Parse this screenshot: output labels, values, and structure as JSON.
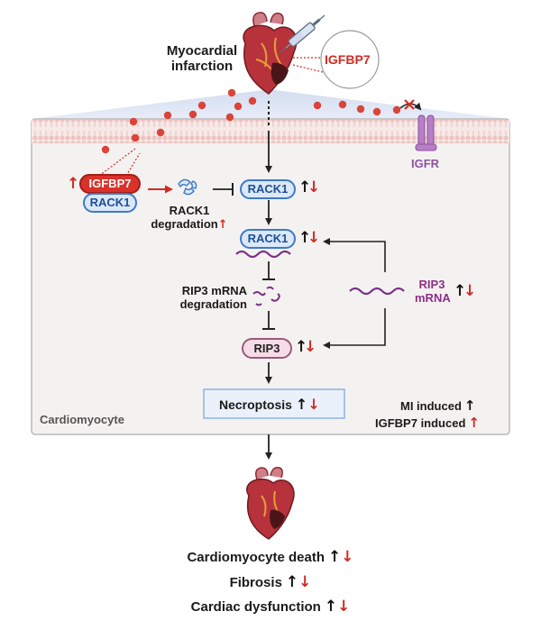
{
  "top": {
    "mi_label_line1": "Myocardial",
    "mi_label_line2": "infarction",
    "igfbp7_bubble": "IGFBP7"
  },
  "cell": {
    "cell_label": "Cardiomyocyte",
    "igfr_label": "IGFR",
    "complex_igfbp7": "IGFBP7",
    "complex_rack1": "RACK1",
    "rack1_deg_line1": "RACK1",
    "rack1_deg_line2": "degradation",
    "rack1_top": "RACK1",
    "rack1_bound": "RACK1",
    "rip3_mrna_deg_line1": "RIP3 mRNA",
    "rip3_mrna_deg_line2": "degradation",
    "rip3_mrna_line1": "RIP3",
    "rip3_mrna_line2": "mRNA",
    "rip3": "RIP3",
    "necroptosis": "Necroptosis",
    "legend_mi": "MI induced",
    "legend_igfbp7": "IGFBP7 induced"
  },
  "outcomes": {
    "death": "Cardiomyocyte death",
    "fibrosis": "Fibrosis",
    "dysfunction": "Cardiac dysfunction"
  },
  "icons": {
    "up_arrow": "↑",
    "down_arrow": "↓"
  },
  "colors": {
    "igfbp7_red": "#d9322b",
    "rack1_blue": "#3f79c8",
    "mrna_purple": "#7b2f86",
    "membrane_pink": "#ecc6c2"
  }
}
